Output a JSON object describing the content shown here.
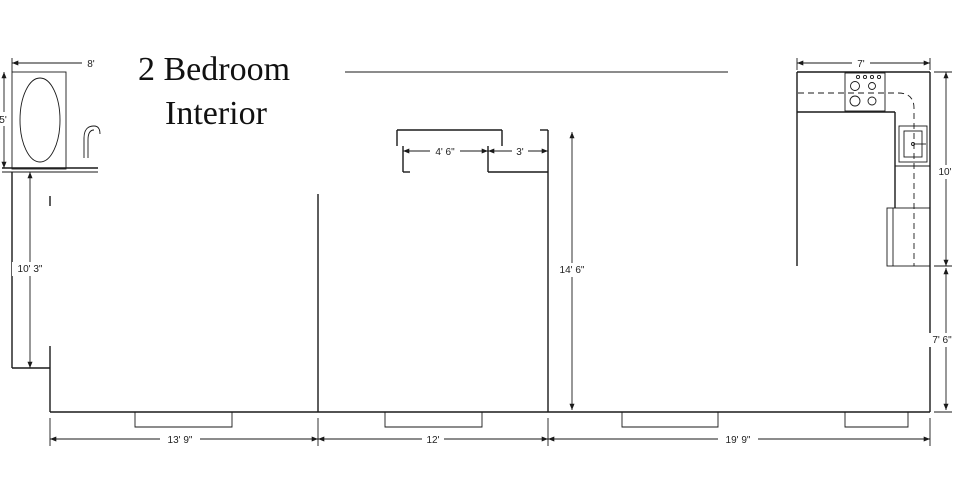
{
  "title": {
    "line1": "2 Bedroom",
    "line2": "Interior"
  },
  "dimensions": {
    "bath_width": "8'",
    "bath_depth": "5'",
    "left_wall": "10' 3\"",
    "closet_a": "4' 6\"",
    "closet_b": "3'",
    "center_wall": "14' 6\"",
    "kitchen_width": "7'",
    "kitchen_depth": "10'",
    "right_lower": "7' 6\"",
    "room1": "13' 9\"",
    "room2": "12'",
    "room3": "19' 9\""
  },
  "icons": {
    "tub": "bathtub-icon",
    "toilet": "toilet-icon",
    "stove": "stove-icon",
    "sink": "kitchen-sink-icon",
    "fridge": "refrigerator-icon"
  }
}
